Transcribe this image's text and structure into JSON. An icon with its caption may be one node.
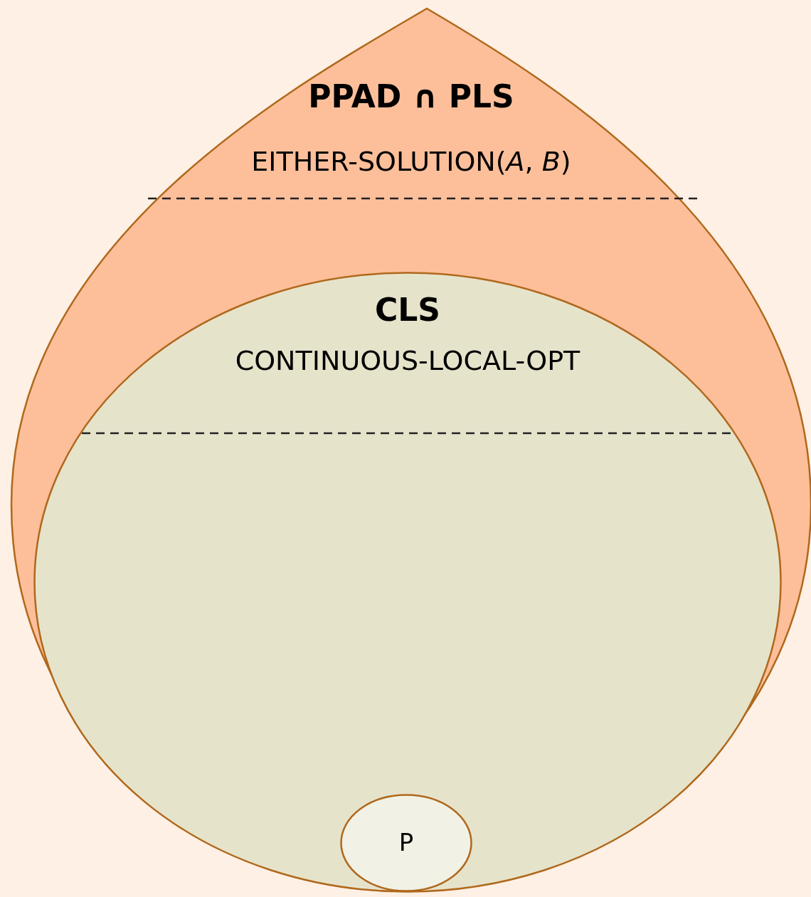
{
  "diagram": {
    "nodes": [
      {
        "text": [
          "PPAD ∩ PLS",
          "EITHER-SOLUTION(*A*, *B*)"
        ]
      },
      {
        "text": [
          "CLS",
          "CONTINUOUS-LOCAL-OPT"
        ],
        "in": 0
      },
      {
        "text": [
          "P"
        ],
        "in": 1
      }
    ]
  }
}
